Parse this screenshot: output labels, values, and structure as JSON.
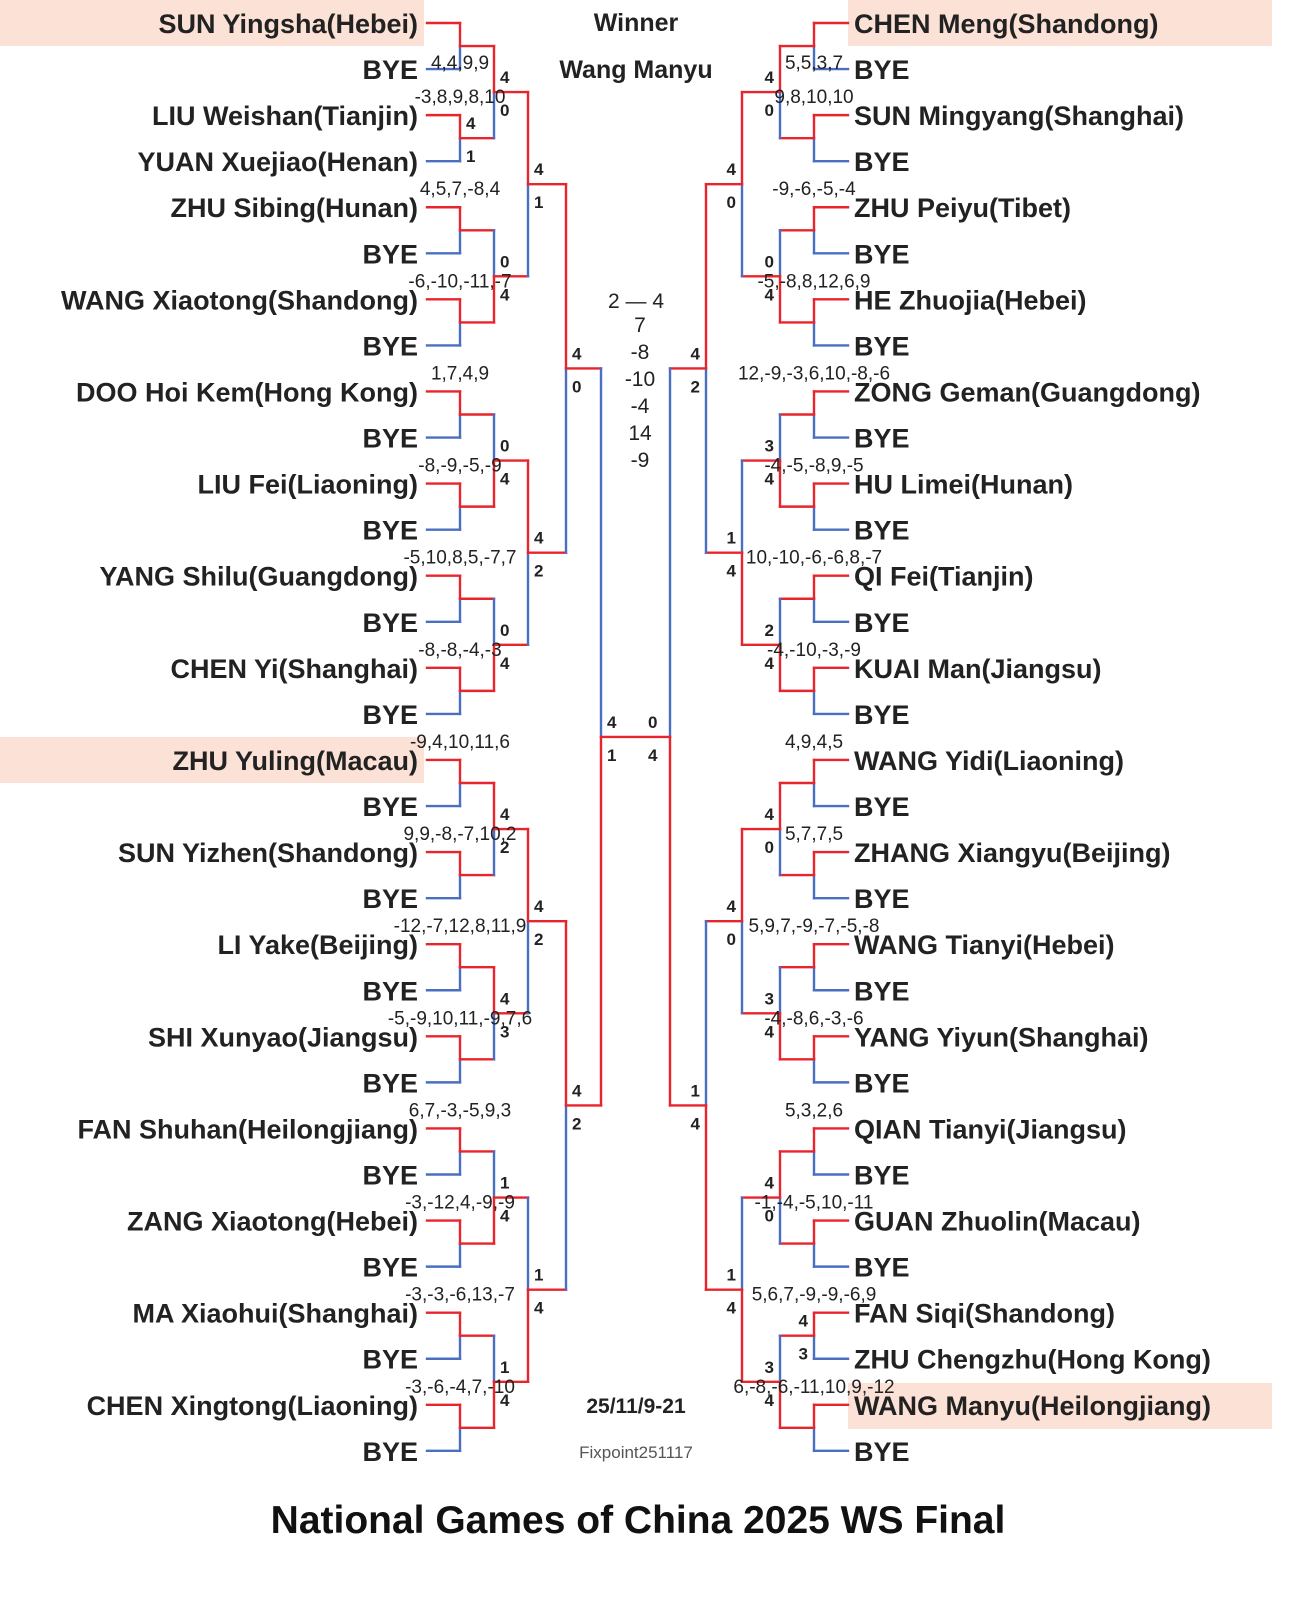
{
  "title": "National Games of China 2025 WS Final",
  "winner_label": "Winner",
  "winner_name": "Wang Manyu",
  "date": "25/11/9-21",
  "credit": "Fixpoint251117",
  "final": {
    "result": "2 — 4",
    "games": [
      "7",
      "-8",
      "-10",
      "-4",
      "14",
      "-9"
    ],
    "left_sets": [
      "4",
      "1"
    ],
    "right_sets": [
      "0",
      "4"
    ]
  },
  "colors": {
    "win": "#e8242c",
    "lose": "#4a6fc2",
    "highlight": "#fbe1d6"
  },
  "left_players": [
    "SUN Yingsha(Hebei)",
    "BYE",
    "LIU Weishan(Tianjin)",
    "YUAN Xuejiao(Henan)",
    "ZHU Sibing(Hunan)",
    "BYE",
    "WANG Xiaotong(Shandong)",
    "BYE",
    "DOO Hoi Kem(Hong Kong)",
    "BYE",
    "LIU Fei(Liaoning)",
    "BYE",
    "YANG Shilu(Guangdong)",
    "BYE",
    "CHEN Yi(Shanghai)",
    "BYE",
    "ZHU Yuling(Macau)",
    "BYE",
    "SUN Yizhen(Shandong)",
    "BYE",
    "LI Yake(Beijing)",
    "BYE",
    "SHI Xunyao(Jiangsu)",
    "BYE",
    "FAN Shuhan(Heilongjiang)",
    "BYE",
    "ZANG Xiaotong(Hebei)",
    "BYE",
    "MA Xiaohui(Shanghai)",
    "BYE",
    "CHEN Xingtong(Liaoning)",
    "BYE"
  ],
  "right_players": [
    "CHEN Meng(Shandong)",
    "BYE",
    "SUN Mingyang(Shanghai)",
    "BYE",
    "ZHU Peiyu(Tibet)",
    "BYE",
    "HE Zhuojia(Hebei)",
    "BYE",
    "ZONG Geman(Guangdong)",
    "BYE",
    "HU Limei(Hunan)",
    "BYE",
    "QI Fei(Tianjin)",
    "BYE",
    "KUAI Man(Jiangsu)",
    "BYE",
    "WANG Yidi(Liaoning)",
    "BYE",
    "ZHANG Xiangyu(Beijing)",
    "BYE",
    "WANG Tianyi(Hebei)",
    "BYE",
    "YANG Yiyun(Shanghai)",
    "BYE",
    "QIAN Tianyi(Jiangsu)",
    "BYE",
    "GUAN Zhuolin(Macau)",
    "BYE",
    "FAN Siqi(Shandong)",
    "ZHU Chengzhu(Hong Kong)",
    "WANG Manyu(Heilongjiang)",
    "BYE"
  ],
  "left_r1": [
    {
      "top": "",
      "bot": ""
    },
    {
      "top": "4",
      "bot": "1"
    },
    {
      "top": "",
      "bot": ""
    },
    {
      "top": "",
      "bot": ""
    },
    {
      "top": "",
      "bot": ""
    },
    {
      "top": "",
      "bot": ""
    },
    {
      "top": "",
      "bot": ""
    },
    {
      "top": "",
      "bot": ""
    },
    {
      "top": "",
      "bot": ""
    },
    {
      "top": "",
      "bot": ""
    },
    {
      "top": "",
      "bot": ""
    },
    {
      "top": "",
      "bot": ""
    },
    {
      "top": "",
      "bot": ""
    },
    {
      "top": "",
      "bot": ""
    },
    {
      "top": "",
      "bot": ""
    },
    {
      "top": "",
      "bot": ""
    }
  ],
  "left_r2": [
    {
      "top": "4",
      "bot": "0"
    },
    {
      "top": "0",
      "bot": "4"
    },
    {
      "top": "0",
      "bot": "4"
    },
    {
      "top": "0",
      "bot": "4"
    },
    {
      "top": "4",
      "bot": "2"
    },
    {
      "top": "4",
      "bot": "3"
    },
    {
      "top": "1",
      "bot": "4"
    },
    {
      "top": "1",
      "bot": "4"
    }
  ],
  "left_r3": [
    {
      "top": "4",
      "bot": "1"
    },
    {
      "top": "4",
      "bot": "2"
    },
    {
      "top": "4",
      "bot": "2"
    },
    {
      "top": "1",
      "bot": "4"
    }
  ],
  "left_r4": [
    {
      "top": "4",
      "bot": "0"
    },
    {
      "top": "4",
      "bot": "2"
    }
  ],
  "right_r1": [
    {
      "top": "",
      "bot": ""
    },
    {
      "top": "",
      "bot": ""
    },
    {
      "top": "",
      "bot": ""
    },
    {
      "top": "",
      "bot": ""
    },
    {
      "top": "",
      "bot": ""
    },
    {
      "top": "",
      "bot": ""
    },
    {
      "top": "",
      "bot": ""
    },
    {
      "top": "",
      "bot": ""
    },
    {
      "top": "",
      "bot": ""
    },
    {
      "top": "",
      "bot": ""
    },
    {
      "top": "",
      "bot": ""
    },
    {
      "top": "",
      "bot": ""
    },
    {
      "top": "",
      "bot": ""
    },
    {
      "top": "",
      "bot": ""
    },
    {
      "top": "4",
      "bot": "3"
    },
    {
      "top": "",
      "bot": ""
    }
  ],
  "right_r2": [
    {
      "top": "4",
      "bot": "0"
    },
    {
      "top": "0",
      "bot": "4"
    },
    {
      "top": "3",
      "bot": "4"
    },
    {
      "top": "2",
      "bot": "4"
    },
    {
      "top": "4",
      "bot": "0"
    },
    {
      "top": "3",
      "bot": "4"
    },
    {
      "top": "4",
      "bot": "0"
    },
    {
      "top": "3",
      "bot": "4"
    }
  ],
  "right_r3": [
    {
      "top": "4",
      "bot": "0"
    },
    {
      "top": "1",
      "bot": "4"
    },
    {
      "top": "4",
      "bot": "0"
    },
    {
      "top": "1",
      "bot": "4"
    }
  ],
  "right_r4": [
    {
      "top": "4",
      "bot": "2"
    },
    {
      "top": "1",
      "bot": "4"
    }
  ],
  "left_game_scores": [
    "4,4,9,9",
    "-3,8,9,8,10",
    "4,5,7,-8,4",
    "-6,-10,-11,-7",
    "1,7,4,9",
    "-8,-9,-5,-9",
    "-5,10,8,5,-7,7",
    "-8,-8,-4,-3",
    "-9,4,10,11,6",
    "9,9,-8,-7,10,2",
    "-12,-7,12,8,11,9",
    "-5,-9,10,11,-9,7,6",
    "6,7,-3,-5,9,3",
    "-3,-12,4,-9,-9",
    "-3,-3,-6,13,-7",
    "-3,-6,-4,7,-10"
  ],
  "right_game_scores": [
    "5,5,3,7",
    "9,8,10,10",
    "-9,-6,-5,-4",
    "-5,-8,8,12,6,9",
    "12,-9,-3,6,10,-8,-6",
    "-4,-5,-8,9,-5",
    "10,-10,-6,-6,8,-7",
    "-4,-10,-3,-9",
    "4,9,4,5",
    "5,7,7,5",
    "5,9,7,-9,-7,-5,-8",
    "-4,-8,6,-3,-6",
    "5,3,2,6",
    "-1,-4,-5,10,-11",
    "5,6,7,-9,-9,-6,9",
    "6,-8,-6,-11,10,9,-12"
  ]
}
